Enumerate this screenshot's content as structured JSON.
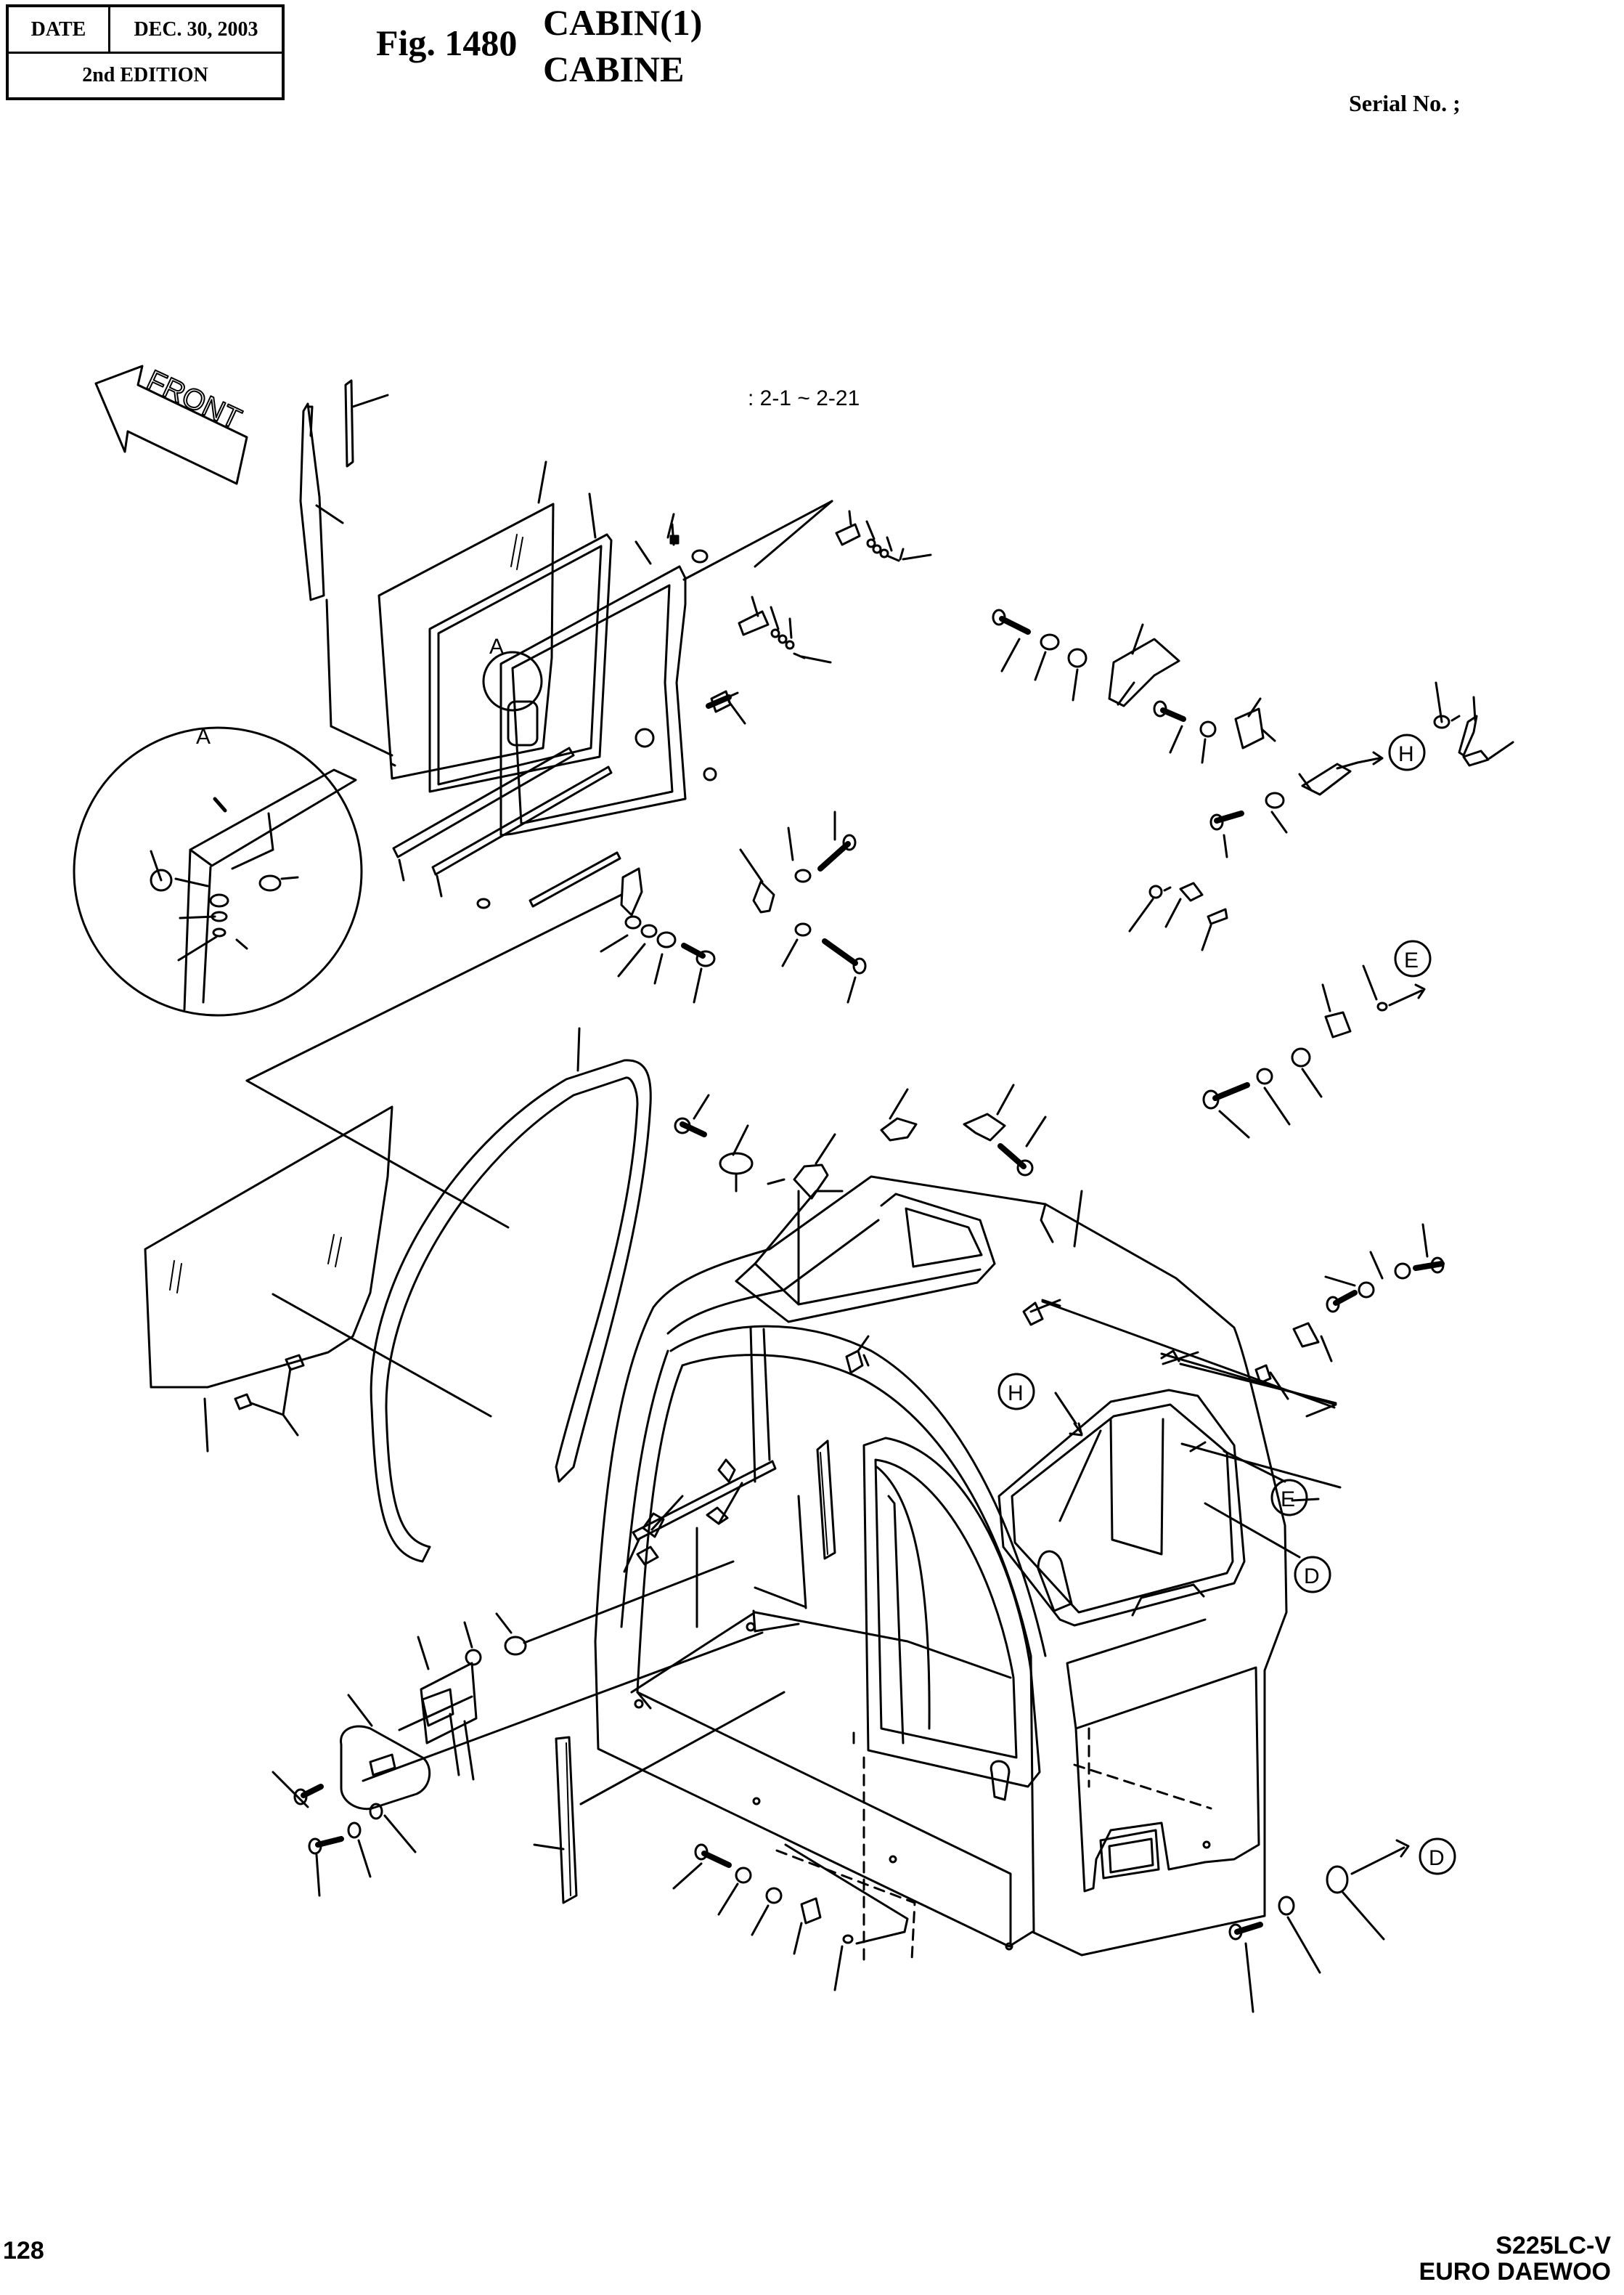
{
  "header": {
    "date_label": "DATE",
    "date_value": "DEC. 30, 2003",
    "edition": "2nd EDITION",
    "fig_number": "Fig. 1480",
    "title_en": "CABIN(1)",
    "title_fr": "CABINE",
    "serial": "Serial No. ;"
  },
  "diagram": {
    "range_note": ": 2-1 ~ 2-21",
    "front_label": "FRONT",
    "detail_label": "A",
    "callouts": [
      "A",
      "H",
      "E",
      "H",
      "E",
      "D",
      "D"
    ]
  },
  "footer": {
    "page_number": "128",
    "model": "S225LC-V",
    "brand": "EURO DAEWOO"
  }
}
